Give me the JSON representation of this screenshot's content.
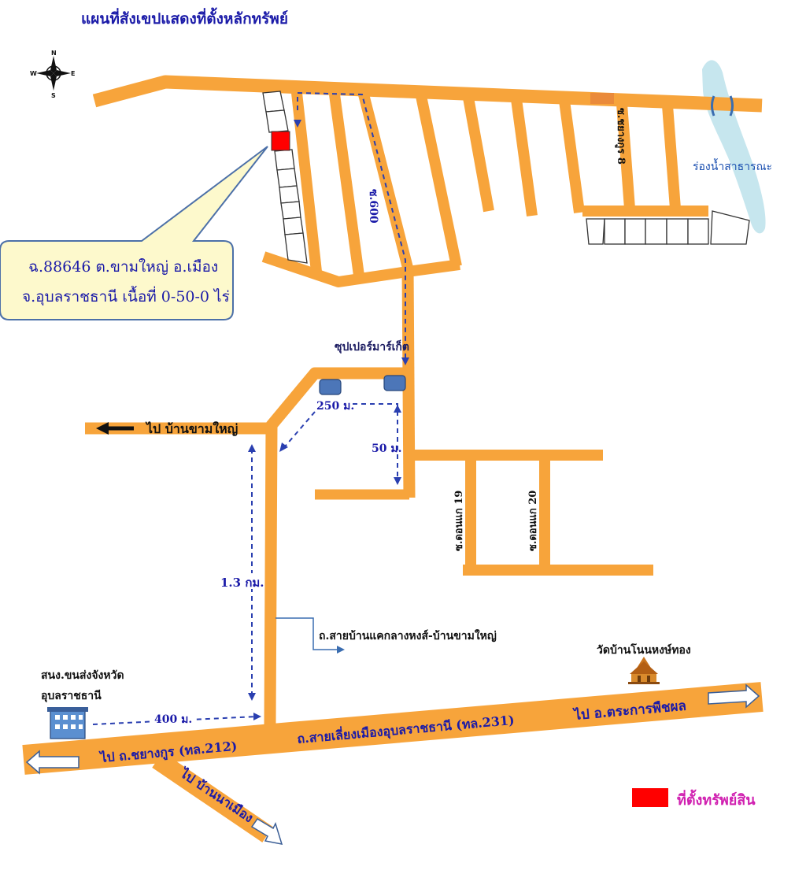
{
  "title": "แผนที่สังเขปแสดงที่ตั้งหลักทรัพย์",
  "compass": {
    "n": "N",
    "s": "S",
    "e": "E",
    "w": "W"
  },
  "callout": {
    "line1": "ฉ.88646 ต.ขามใหญ่ อ.เมือง",
    "line2": "จ.อุบลราชธานี เนื้อที่ 0-50-0 ไร่"
  },
  "labels": {
    "soi_600": "ซ.600",
    "soi_8": "ซ.ชยางกูร 8",
    "public_water": "ร่องน้ำสาธารณะ",
    "supermarket": "ซุปเปอร์มาร์เก็ต",
    "dist_250": "250 ม.",
    "dist_50": "50 ม.",
    "to_ban_kham_yai": "ไป บ้านขามใหญ่",
    "soi_19": "ซ.ดอนแก 19",
    "soi_20": "ซ.ดอนแก 20",
    "dist_1_3": "1.3 กม.",
    "road_kae_klang": "ถ.สายบ้านแคกลางหงส์-บ้านขามใหญ่",
    "wat": "วัดบ้านโนนหงษ์ทอง",
    "office_line1": "สนง.ขนส่งจังหวัด",
    "office_line2": "อุบลราชธานี",
    "dist_400": "400 ม.",
    "to_chayangkun": "ไป ถ.ชยางกูร (ทล.212)",
    "ring_road": "ถ.สายเลี่ยงเมืองอุบลราชธานี (ทล.231)",
    "to_trakan": "ไป อ.ตระการพืชผล",
    "to_na_mueang": "ไป บ้านนาเมือง"
  },
  "legend": {
    "label": "ที่ตั้งทรัพย์สิน",
    "color": "#ff0000"
  },
  "colors": {
    "road": "#f7a43b",
    "text": "#1a1aa8",
    "water": "#c6e6ee",
    "marker": "#ff0000"
  },
  "icons": [
    "compass-rose-icon",
    "arrow-left-icon",
    "arrow-right-icon",
    "building-icon",
    "temple-icon",
    "supermarket-icon"
  ]
}
